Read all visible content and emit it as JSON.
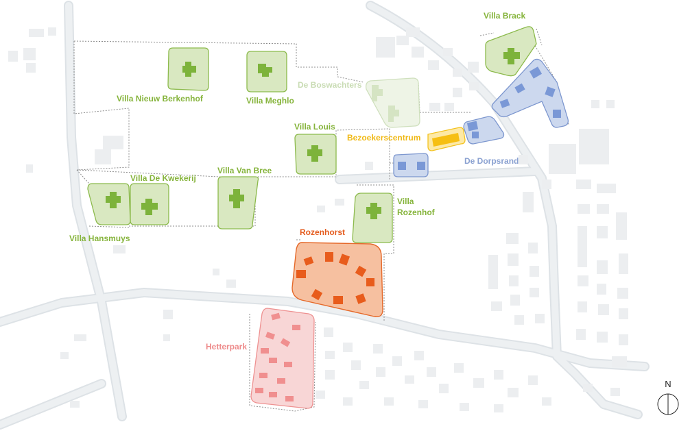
{
  "map": {
    "colors": {
      "road": "#e8ecef",
      "road_edge": "#d9dee2",
      "building": "#eceef0",
      "parcel_line": "#8d8d8d",
      "villa_fill": "#d9e8c1",
      "villa_stroke": "#8cba4c",
      "villa_house": "#7db33b",
      "label_green": "#86b43c",
      "boswachters_fill": "#eef4e6",
      "boswachters_stroke": "#cfe0bd",
      "boswachters_house": "#d5e4c3",
      "boswachters_label": "#c9dcb4",
      "visitor_fill": "#fde9a6",
      "visitor_stroke": "#f3c21e",
      "visitor_house": "#f6bf13",
      "visitor_label": "#f0b915",
      "dorpsrand_fill": "#ccd8ee",
      "dorpsrand_stroke": "#7d97cf",
      "dorpsrand_house": "#7a98d6",
      "dorpsrand_label": "#8aa1d1",
      "rozenhorst_fill": "#f6c0a0",
      "rozenhorst_stroke": "#e5692a",
      "rozenhorst_house": "#e85c1c",
      "rozenhorst_label": "#e45d20",
      "hetterpark_fill": "#f8d6d6",
      "hetterpark_stroke": "#ee9191",
      "hetterpark_house": "#f08f8f",
      "hetterpark_label": "#ee8b8b"
    },
    "labels": {
      "villa_nieuw_berkenhof": "Villa Nieuw Berkenhof",
      "villa_meghlo": "Villa Meghlo",
      "de_boswachters": "De Boswachters",
      "villa_brack": "Villa Brack",
      "villa_louis": "Villa Louis",
      "bezoekerscentrum": "Bezoekerscentrum",
      "de_dorpsrand": "De Dorpsrand",
      "villa_de_kwekerij": "Villa De Kwekerij",
      "villa_van_bree": "Villa Van Bree",
      "villa_hansmuys": "Villa Hansmuys",
      "villa_rozenhof": "Villa\nRozenhof",
      "rozenhorst": "Rozenhorst",
      "hetterpark": "Hetterpark"
    },
    "north_label": "N"
  }
}
